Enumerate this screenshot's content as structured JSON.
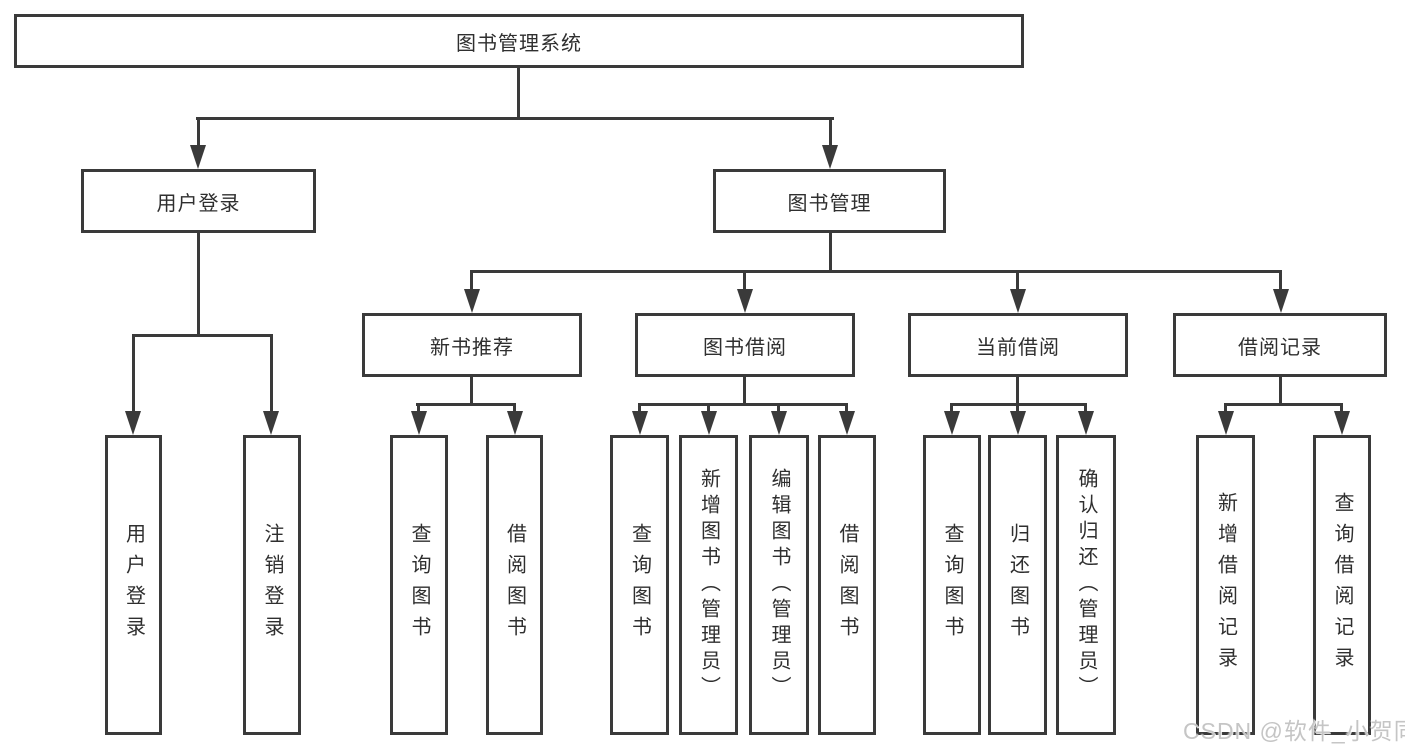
{
  "diagram": {
    "type": "hierarchy-tree",
    "title": "图书管理系统",
    "colors": {
      "line": "#3a3a3a",
      "border": "#3a3a3a",
      "text": "#2f2f2f",
      "background": "#ffffff",
      "watermark": "#c5c5c5"
    },
    "nodes": {
      "root": {
        "label": "图书管理系统"
      },
      "level2": [
        {
          "label": "用户登录",
          "parent": "图书管理系统"
        },
        {
          "label": "图书管理",
          "parent": "图书管理系统"
        }
      ],
      "level3": [
        {
          "label": "新书推荐",
          "parent": "图书管理"
        },
        {
          "label": "图书借阅",
          "parent": "图书管理"
        },
        {
          "label": "当前借阅",
          "parent": "图书管理"
        },
        {
          "label": "借阅记录",
          "parent": "图书管理"
        }
      ],
      "level4": [
        {
          "label": "用户登录",
          "parent": "用户登录"
        },
        {
          "label": "注销登录",
          "parent": "用户登录"
        },
        {
          "label": "查询图书",
          "parent": "新书推荐"
        },
        {
          "label": "借阅图书",
          "parent": "新书推荐"
        },
        {
          "label": "查询图书",
          "parent": "图书借阅"
        },
        {
          "label": "新增图书（管理员）",
          "parent": "图书借阅"
        },
        {
          "label": "编辑图书（管理员）",
          "parent": "图书借阅"
        },
        {
          "label": "借阅图书",
          "parent": "图书借阅"
        },
        {
          "label": "查询图书",
          "parent": "当前借阅"
        },
        {
          "label": "归还图书",
          "parent": "当前借阅"
        },
        {
          "label": "确认归还（管理员）",
          "parent": "当前借阅"
        },
        {
          "label": "新增借阅记录",
          "parent": "借阅记录"
        },
        {
          "label": "查询借阅记录",
          "parent": "借阅记录"
        }
      ]
    },
    "watermark": {
      "text": "CSDN @软件_小贺同学"
    }
  }
}
